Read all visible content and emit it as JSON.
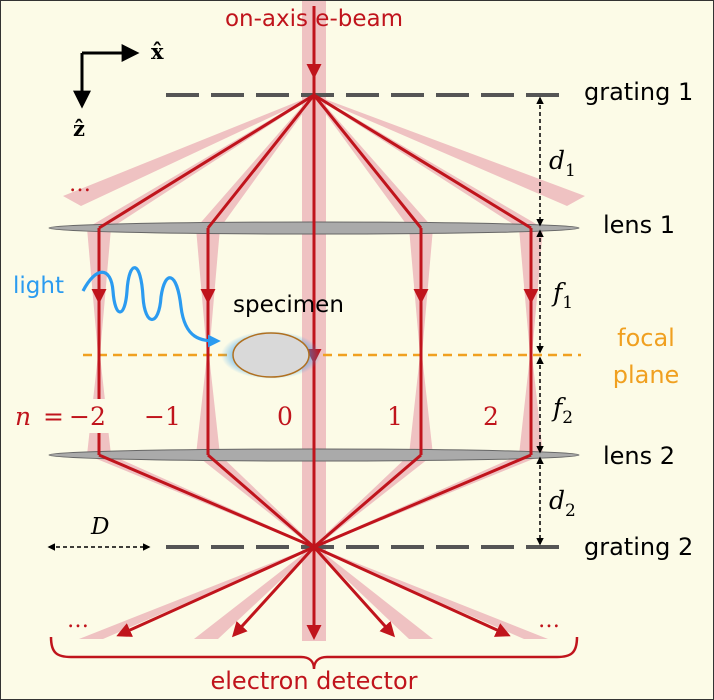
{
  "colors": {
    "background": "#fcfbe7",
    "beam_band": "#efc2c2",
    "ray": "#c0141c",
    "lens": "#a9a9a9",
    "grating": "#555555",
    "focal_plane": "#f0a020",
    "light": "#2b9bf0",
    "specimen_fill": "#d9d9d9",
    "specimen_border": "#b07020",
    "text": "#000000"
  },
  "labels": {
    "beam": "on-axis e-beam",
    "grating1": "grating 1",
    "grating2": "grating 2",
    "lens1": "lens 1",
    "lens2": "lens 2",
    "focal_plane_line1": "focal",
    "focal_plane_line2": "plane",
    "light": "light",
    "specimen": "specimen",
    "detector": "electron detector",
    "axis_x": "x̂",
    "axis_z": "ẑ",
    "ellipsis": "…"
  },
  "distances": {
    "d1": {
      "sym": "d",
      "sub": "1"
    },
    "f1": {
      "sym": "f",
      "sub": "1"
    },
    "f2": {
      "sym": "f",
      "sub": "2"
    },
    "d2": {
      "sym": "d",
      "sub": "2"
    },
    "D": {
      "sym": "D"
    }
  },
  "orders": {
    "var": "n",
    "eq": "=",
    "values": [
      "−2",
      "−1",
      "0",
      "1",
      "2"
    ]
  }
}
